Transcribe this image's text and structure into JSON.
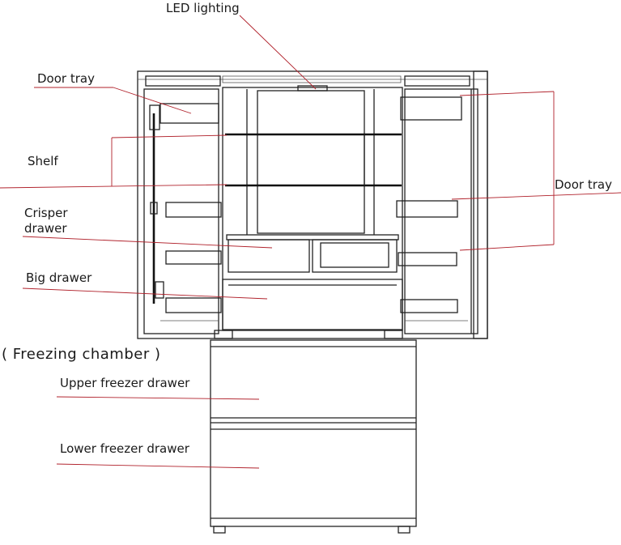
{
  "labels": {
    "led_lighting": "LED lighting",
    "door_tray_left": "Door tray",
    "shelf": "Shelf",
    "crisper_drawer_line1": "Crisper",
    "crisper_drawer_line2": "drawer",
    "big_drawer": "Big drawer",
    "freezing_chamber": "( Freezing chamber )",
    "upper_freezer_drawer": "Upper freezer drawer",
    "lower_freezer_drawer": "Lower freezer drawer",
    "door_tray_right": "Door tray"
  },
  "colors": {
    "leader_line": "#b0202a",
    "outline": "#222222"
  }
}
